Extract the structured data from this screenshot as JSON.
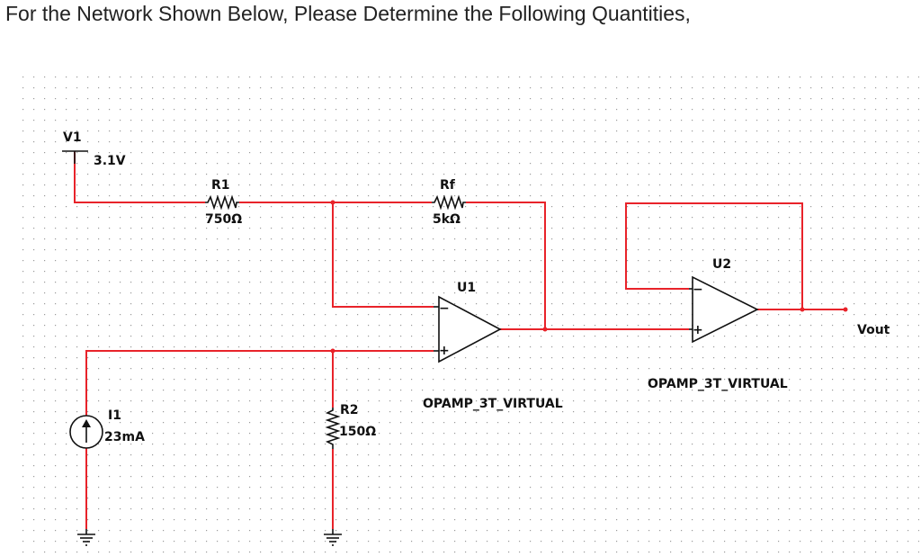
{
  "header": {
    "question": "For the Network Shown Below, Please Determine the Following Quantities,"
  },
  "colors": {
    "wire": "#e8232a",
    "component": "#111111",
    "grid_dot": "#9a9a9a",
    "background": "#ffffff"
  },
  "components": {
    "v1": {
      "name": "V1",
      "value": "3.1V"
    },
    "r1": {
      "name": "R1",
      "value": "750Ω"
    },
    "rf": {
      "name": "Rf",
      "value": "5kΩ"
    },
    "u1": {
      "name": "U1",
      "model": "OPAMP_3T_VIRTUAL"
    },
    "u2": {
      "name": "U2",
      "model": "OPAMP_3T_VIRTUAL"
    },
    "i1": {
      "name": "I1",
      "value": "23mA"
    },
    "r2": {
      "name": "R2",
      "value": "150Ω"
    },
    "vout": {
      "label": "Vout"
    }
  },
  "opamp_pins": {
    "minus": "−",
    "plus": "+"
  },
  "icons": {
    "ground": "ground-icon",
    "current_source": "current-source-icon",
    "dc_source": "dc-voltage-source-icon",
    "resistor": "resistor-icon",
    "opamp": "opamp-icon"
  }
}
